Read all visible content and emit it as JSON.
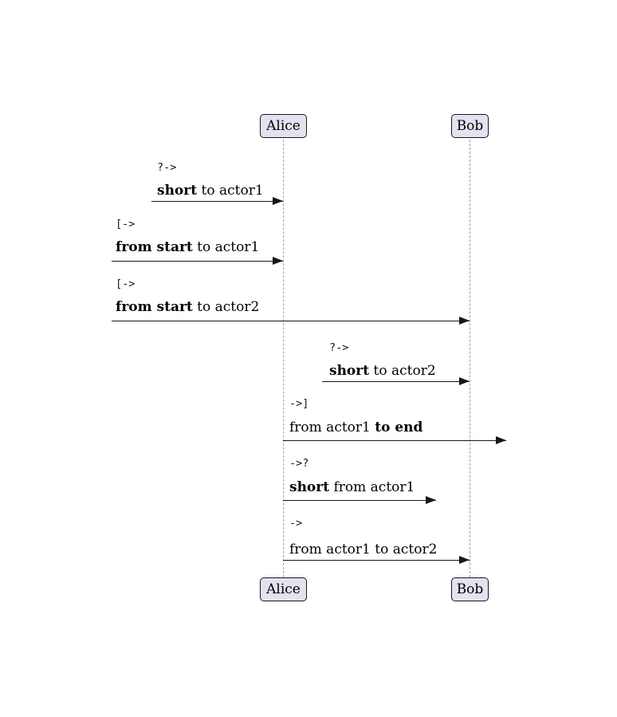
{
  "diagram": {
    "type": "sequence-diagram",
    "colors": {
      "background": "#ffffff",
      "actor_fill": "#E2E2F0",
      "actor_border": "#181818",
      "lifeline": "#A0A0A0",
      "arrow": "#181818",
      "text": "#000000"
    },
    "actors": [
      {
        "name": "Alice"
      },
      {
        "name": "Bob"
      }
    ],
    "messages": [
      {
        "operator": "?->",
        "label_pre": "",
        "label_bold": "short",
        "label_post": " to actor1",
        "from": "short-left",
        "to": "Alice"
      },
      {
        "operator": "[->",
        "label_pre": "",
        "label_bold": "from start",
        "label_post": " to actor1",
        "from": "start-edge",
        "to": "Alice"
      },
      {
        "operator": "[->",
        "label_pre": "",
        "label_bold": "from start",
        "label_post": " to actor2",
        "from": "start-edge",
        "to": "Bob"
      },
      {
        "operator": "?->",
        "label_pre": "",
        "label_bold": "short",
        "label_post": " to actor2",
        "from": "short-left",
        "to": "Bob"
      },
      {
        "operator": "->]",
        "label_pre": "from actor1 ",
        "label_bold": "to end",
        "label_post": "",
        "from": "Alice",
        "to": "end-edge"
      },
      {
        "operator": "->?",
        "label_pre": "",
        "label_bold": "short",
        "label_post": " from actor1",
        "from": "Alice",
        "to": "short-right"
      },
      {
        "operator": "->",
        "label_pre": "from actor1 to actor2",
        "label_bold": "",
        "label_post": "",
        "from": "Alice",
        "to": "Bob"
      }
    ]
  }
}
